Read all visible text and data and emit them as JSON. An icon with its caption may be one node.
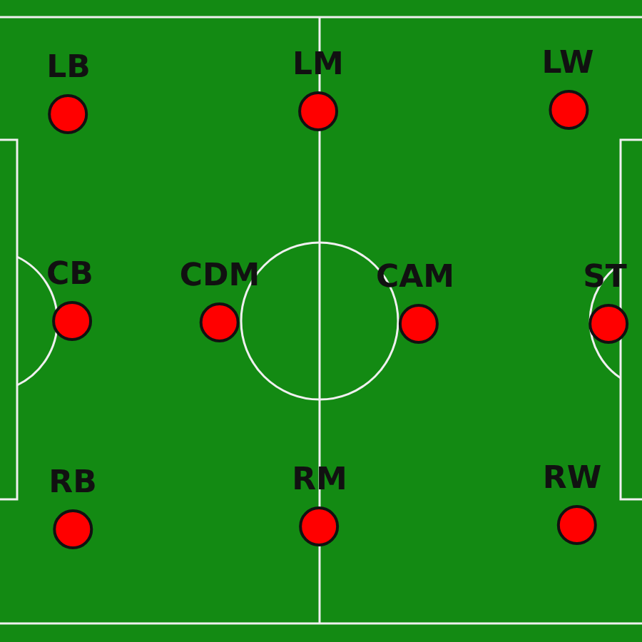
{
  "diagram": {
    "nodes": [
      {
        "text": [
          "LB"
        ]
      },
      {
        "text": [
          "LM"
        ]
      },
      {
        "text": [
          "LW"
        ]
      },
      {
        "text": [
          "CB"
        ]
      },
      {
        "text": [
          "CDM"
        ]
      },
      {
        "text": [
          "CAM"
        ]
      },
      {
        "text": [
          "ST"
        ]
      },
      {
        "text": [
          "RB"
        ]
      },
      {
        "text": [
          "RM"
        ]
      },
      {
        "text": [
          "RW"
        ]
      }
    ]
  }
}
